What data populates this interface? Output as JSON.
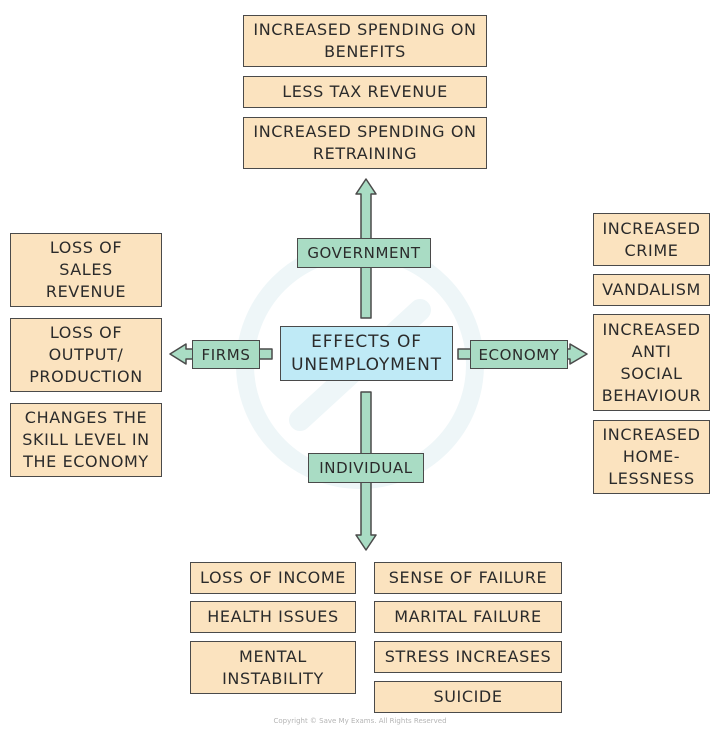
{
  "center_title": "EFFECTS OF\nUNEMPLOYMENT",
  "categories": {
    "government": "GOVERNMENT",
    "firms": "FIRMS",
    "economy": "ECONOMY",
    "individual": "INDIVIDUAL"
  },
  "government_effects": [
    "INCREASED SPENDING ON\nBENEFITS",
    "LESS TAX REVENUE",
    "INCREASED SPENDING ON\nRETRAINING"
  ],
  "firms_effects": [
    "LOSS OF\nSALES\nREVENUE",
    "LOSS OF\nOUTPUT/\nPRODUCTION",
    "CHANGES THE\nSKILL LEVEL IN\nTHE ECONOMY"
  ],
  "economy_effects": [
    "INCREASED\nCRIME",
    "VANDALISM",
    "INCREASED\nANTI\nSOCIAL\nBEHAVIOUR",
    "INCREASED\nHOME-\nLESSNESS"
  ],
  "individual_effects_left": [
    "LOSS OF INCOME",
    "HEALTH ISSUES",
    "MENTAL\nINSTABILITY"
  ],
  "individual_effects_right": [
    "SENSE OF FAILURE",
    "MARITAL FAILURE",
    "STRESS INCREASES",
    "SUICIDE"
  ],
  "copyright": "Copyright © Save My Exams. All Rights Reserved",
  "colors": {
    "effect_box": "#fbe3bf",
    "category_label": "#a9dcc4",
    "center_box": "#bfeaf6",
    "outline": "#4a4a4a"
  }
}
